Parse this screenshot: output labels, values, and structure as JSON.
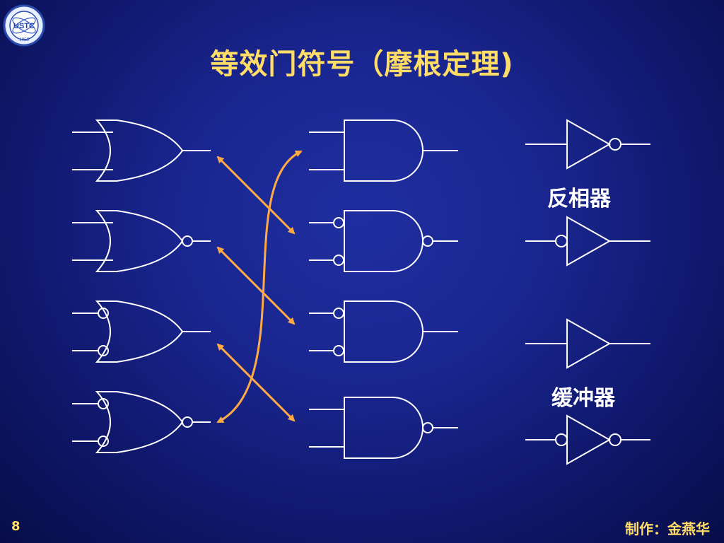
{
  "title": "等效门符号（摩根定理)",
  "logo": {
    "text": "USTC",
    "year": "1958"
  },
  "labels": {
    "inverter": "反相器",
    "buffer": "缓冲器"
  },
  "footer": {
    "page_number": "8",
    "author": "制作：金燕华"
  },
  "colors": {
    "line": "#ffffff",
    "arrow": "#ffaa44",
    "title": "#ffdd66"
  },
  "gates": {
    "left_column": [
      {
        "type": "or",
        "input_bubbles": false,
        "output_bubble": false
      },
      {
        "type": "or",
        "input_bubbles": false,
        "output_bubble": true
      },
      {
        "type": "or",
        "input_bubbles": true,
        "output_bubble": false
      },
      {
        "type": "or",
        "input_bubbles": true,
        "output_bubble": true
      }
    ],
    "middle_column": [
      {
        "type": "and",
        "input_bubbles": false,
        "output_bubble": false
      },
      {
        "type": "and",
        "input_bubbles": true,
        "output_bubble": true
      },
      {
        "type": "and",
        "input_bubbles": true,
        "output_bubble": false
      },
      {
        "type": "and",
        "input_bubbles": false,
        "output_bubble": true
      }
    ],
    "right_column": [
      {
        "type": "not",
        "input_bubble": false,
        "output_bubble": true
      },
      {
        "type": "not",
        "input_bubble": true,
        "output_bubble": false
      },
      {
        "type": "buffer",
        "input_bubble": false,
        "output_bubble": false
      },
      {
        "type": "buffer",
        "input_bubble": true,
        "output_bubble": true
      }
    ]
  },
  "equivalences": [
    {
      "from": "left-1",
      "to": "middle-2"
    },
    {
      "from": "left-2",
      "to": "middle-3"
    },
    {
      "from": "left-3",
      "to": "middle-4"
    },
    {
      "from": "left-4",
      "to": "middle-1"
    }
  ]
}
